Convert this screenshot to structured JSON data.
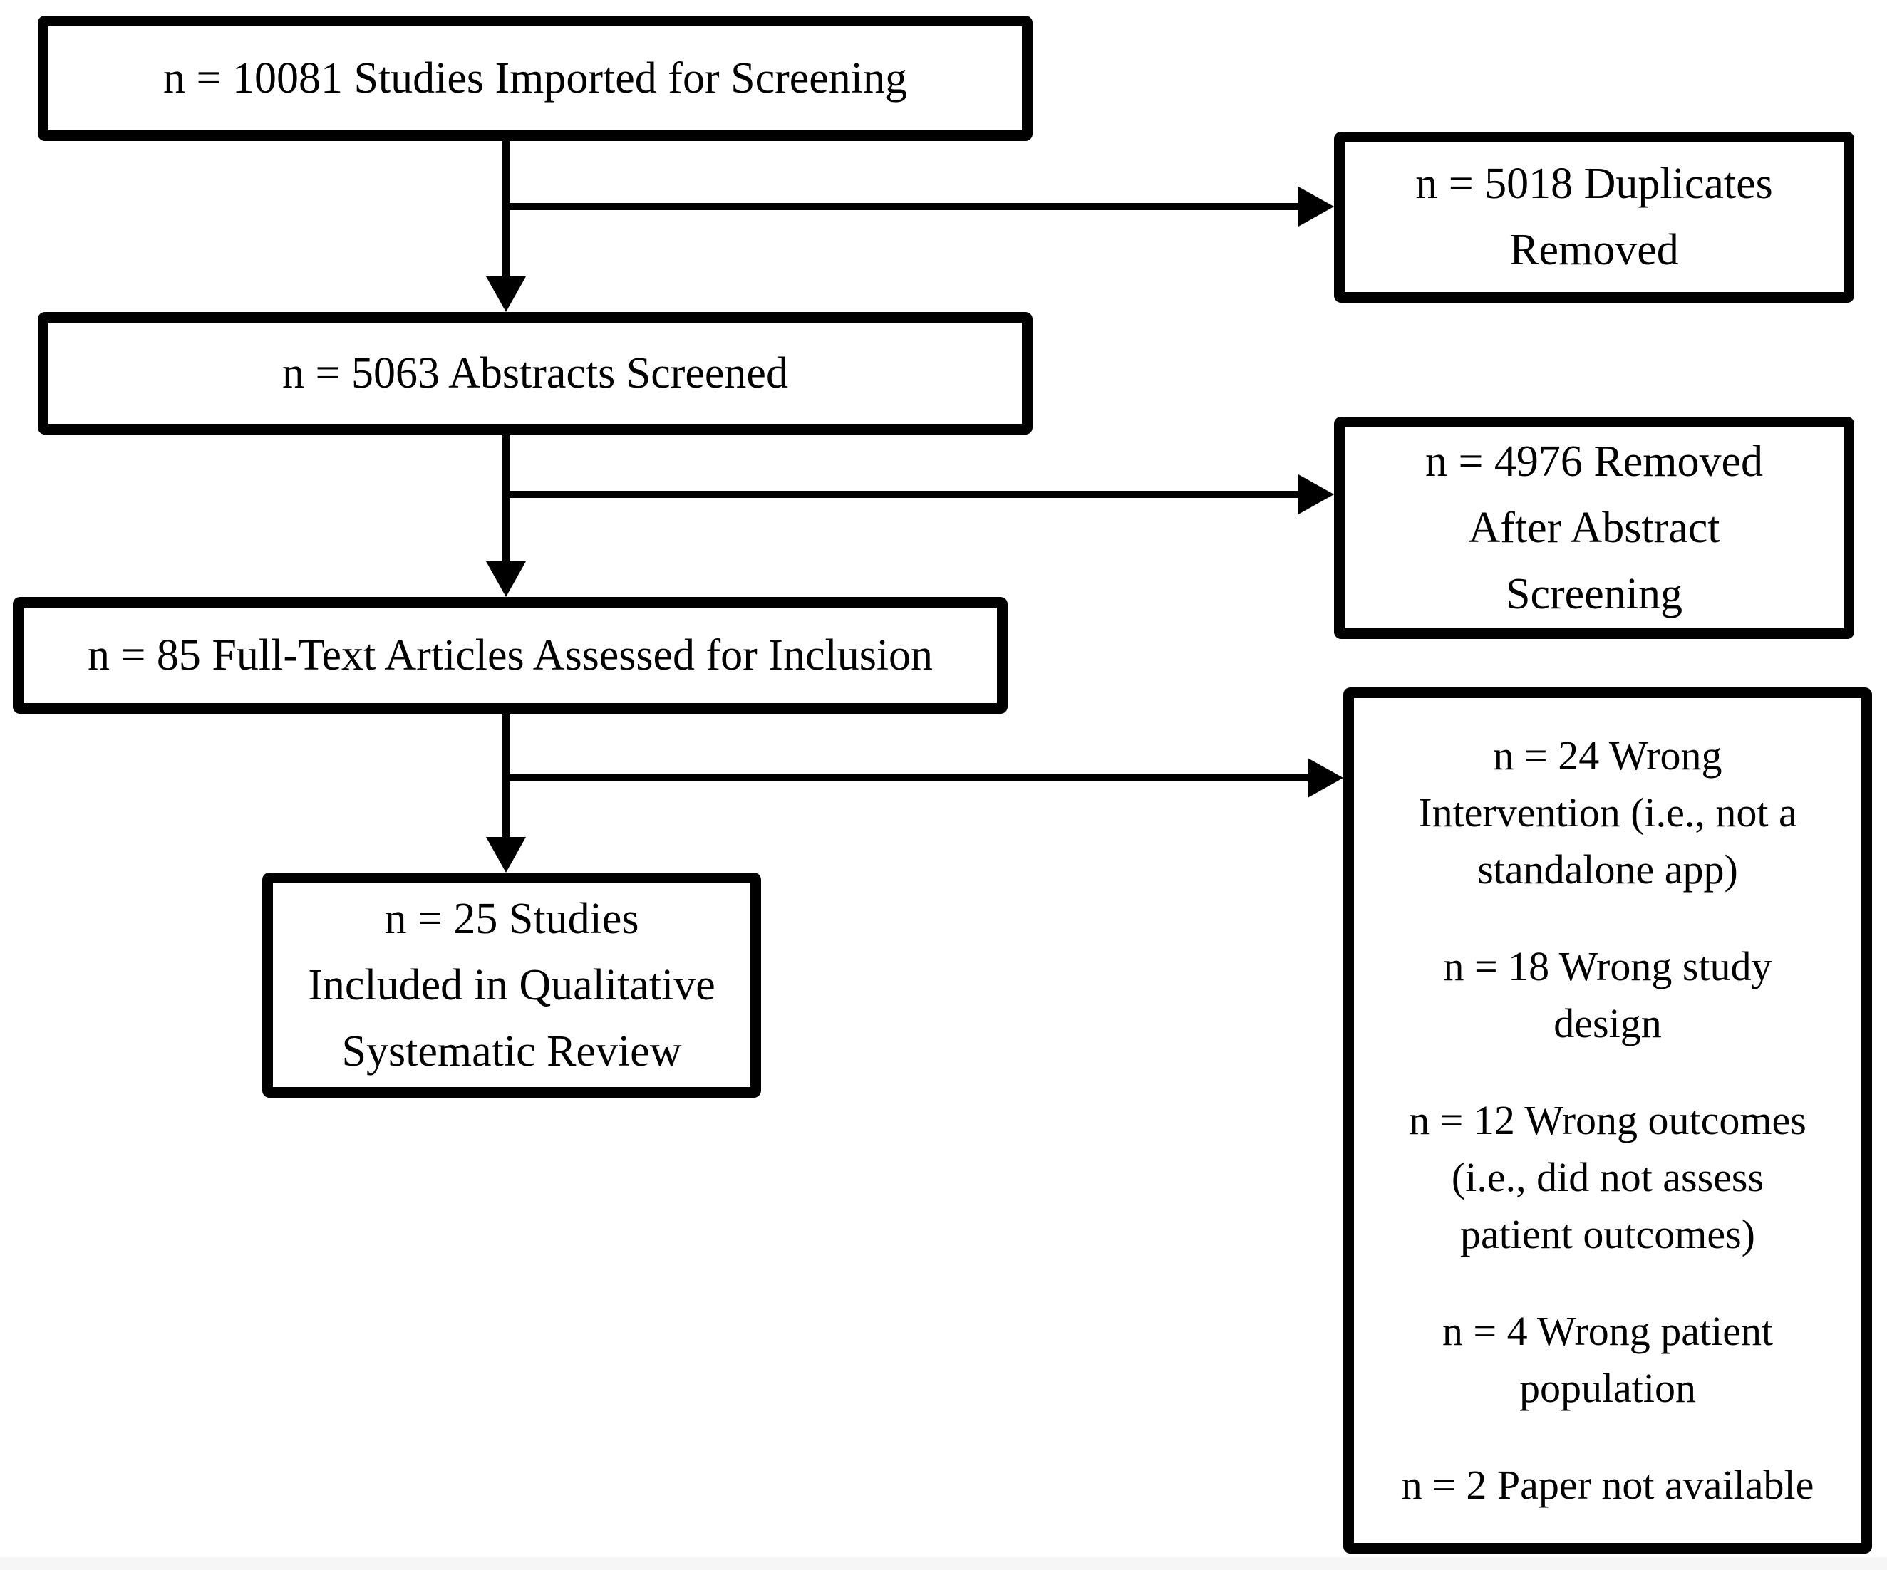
{
  "colors": {
    "line": "#000000",
    "background": "#ffffff",
    "box_fill": "#ffffff"
  },
  "boxes": {
    "imported": {
      "text": "n = 10081 Studies Imported for Screening",
      "n": 10081
    },
    "duplicates": {
      "text": "n = 5018 Duplicates\nRemoved",
      "n": 5018
    },
    "abstracts": {
      "text": "n = 5063 Abstracts Screened",
      "n": 5063
    },
    "abstract_removed": {
      "text": "n = 4976 Removed\nAfter Abstract\nScreening",
      "n": 4976
    },
    "fulltext": {
      "text": "n = 85 Full-Text Articles Assessed for Inclusion",
      "n": 85
    },
    "included": {
      "text": "n = 25 Studies\nIncluded in Qualitative\nSystematic Review",
      "n": 25
    },
    "exclusions": {
      "items": [
        {
          "text": "n = 24 Wrong\nIntervention (i.e., not a\nstandalone app)",
          "n": 24
        },
        {
          "text": "n = 18 Wrong study\ndesign",
          "n": 18
        },
        {
          "text": "n = 12 Wrong outcomes\n(i.e., did not assess\npatient outcomes)",
          "n": 12
        },
        {
          "text": "n = 4 Wrong patient\npopulation",
          "n": 4
        },
        {
          "text": "n = 2 Paper not available",
          "n": 2
        }
      ]
    }
  }
}
